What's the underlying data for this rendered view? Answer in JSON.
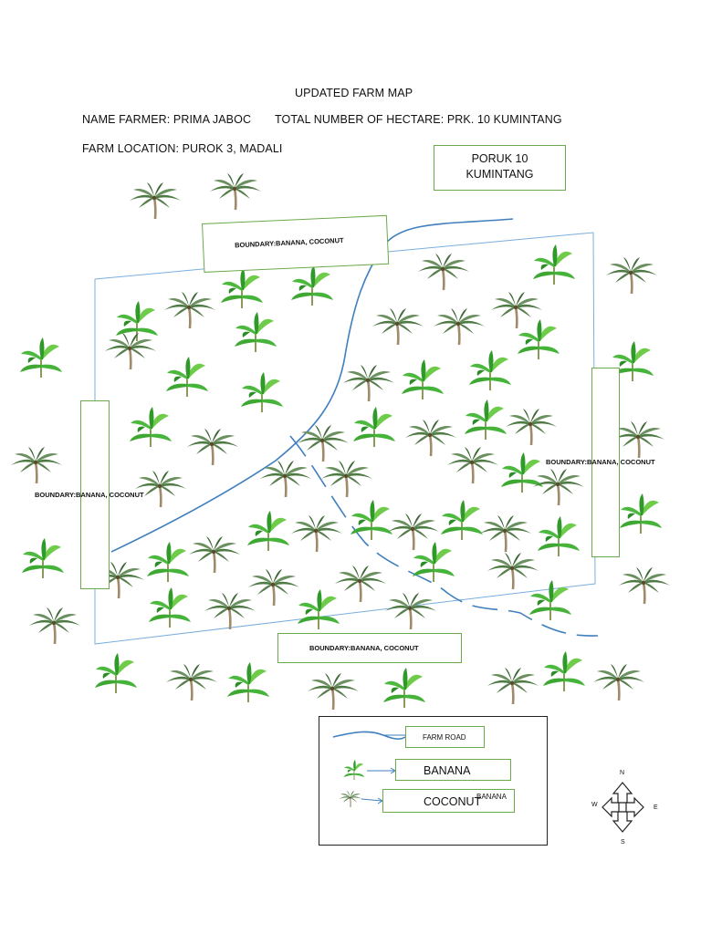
{
  "header": {
    "title": "UPDATED FARM MAP",
    "farmer": "NAME FARMER: PRIMA JABOC",
    "hectare": "TOTAL NUMBER OF HECTARE: PRK. 10 KUMINTANG",
    "location": "FARM LOCATION: PUROK 3, MADALI"
  },
  "place_box": {
    "line1": "PORUK 10",
    "line2": "KUMINTANG"
  },
  "boundaries": {
    "top": "BOUNDARY:BANANA, COCONUT",
    "left": "BOUNDARY:BANANA, COCONUT",
    "right": "BOUNDARY:BANANA, COCONUT",
    "bottom": "BOUNDARY:BANANA, COCONUT"
  },
  "legend": {
    "farm_road": "FARM ROAD",
    "banana": "BANANA",
    "coconut": "COCONUT",
    "stray": "BANANA"
  },
  "compass": {
    "n": "N",
    "s": "S",
    "e": "E",
    "w": "W"
  },
  "colors": {
    "road": "#3f7fbe",
    "parcel_line": "#7aaedc",
    "box_border": "#6aaa4a",
    "banana_leaf": "#3ea832",
    "coconut_frond": "#4e7a44",
    "trunk": "#a08a6a"
  },
  "icons": [
    "banana-plant-icon",
    "coconut-tree-icon",
    "compass-icon",
    "arrow-icon"
  ]
}
